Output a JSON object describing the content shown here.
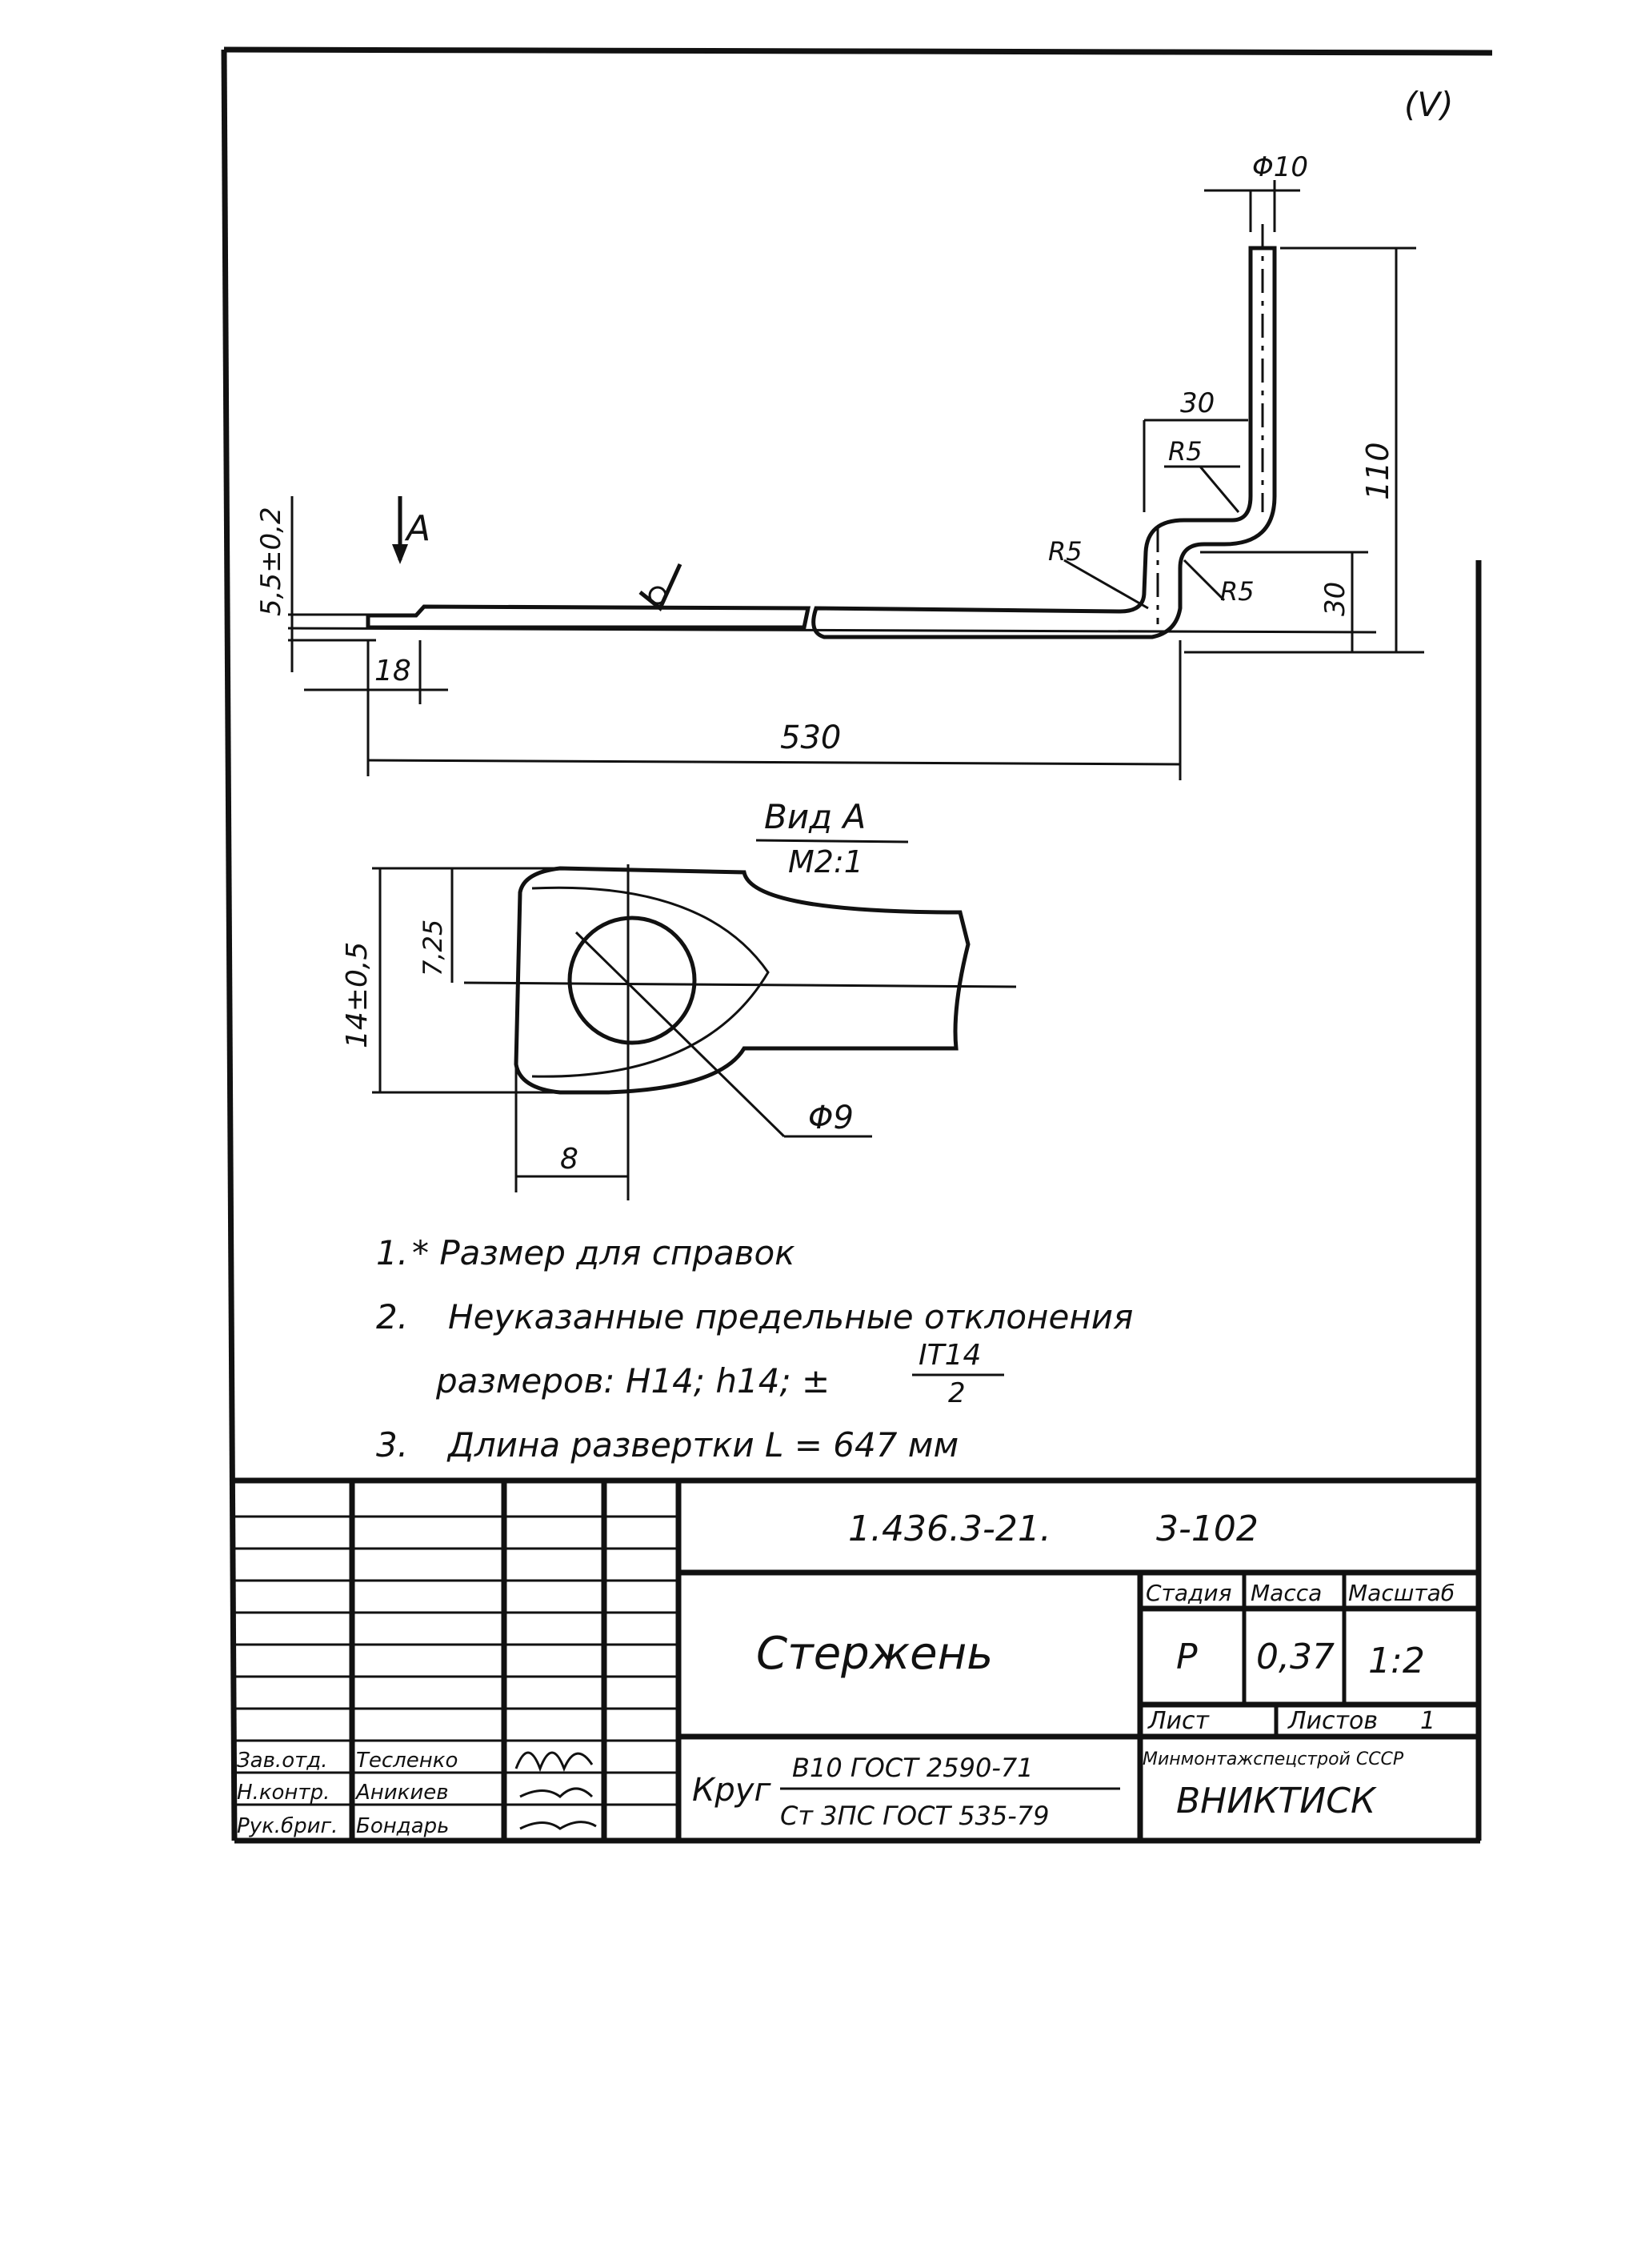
{
  "corner_mark": "(V)",
  "drawing": {
    "dims": {
      "dia_10": "Φ10",
      "d_30_top": "30",
      "r5_top": "R5",
      "d_110": "110",
      "r5_left": "R5",
      "r5_right": "R5",
      "d_30_right": "30",
      "d_5_5": "5,5±0,2",
      "view_arrow": "A",
      "d_18": "18",
      "d_530": "530"
    },
    "view": {
      "title": "Вид A",
      "scale": "М2:1",
      "d_14": "14±0,5",
      "d_7_25": "7,25",
      "dia_9": "Φ9",
      "d_8": "8"
    }
  },
  "notes": [
    {
      "num": "1.",
      "text": "* Размер для справок"
    },
    {
      "num": "2.",
      "text": "Неуказанные предельные отклонения"
    },
    {
      "num": "",
      "text": "размеров: H14; h14; ±",
      "fraction_num": "IT14",
      "fraction_den": "2"
    },
    {
      "num": "3.",
      "text": "Длина развертки L = 647 мм"
    }
  ],
  "title_block": {
    "doc_number": "1.436.3-21.",
    "sheet_code": "3-102",
    "part_name": "Стержень",
    "stage_label": "Стадия",
    "mass_label": "Масса",
    "scale_label": "Масштаб",
    "stage_value": "Р",
    "mass_value": "0,37",
    "scale_value": "1:2",
    "sheet_label": "Лист",
    "sheets_label": "Листов",
    "sheets_value": "1",
    "material_prefix": "Круг",
    "material_top": "B10 ГОСТ 2590-71",
    "material_bottom": "Ст 3ПС ГОСТ 535-79",
    "ministry": "Минмонтажспецстрой СССР",
    "organization": "ВНИКТИСК",
    "roles": [
      {
        "role": "Зав.отд.",
        "name": "Тесленко"
      },
      {
        "role": "Н.контр.",
        "name": "Аникиев"
      },
      {
        "role": "Рук.бриг.",
        "name": "Бондарь"
      }
    ]
  }
}
